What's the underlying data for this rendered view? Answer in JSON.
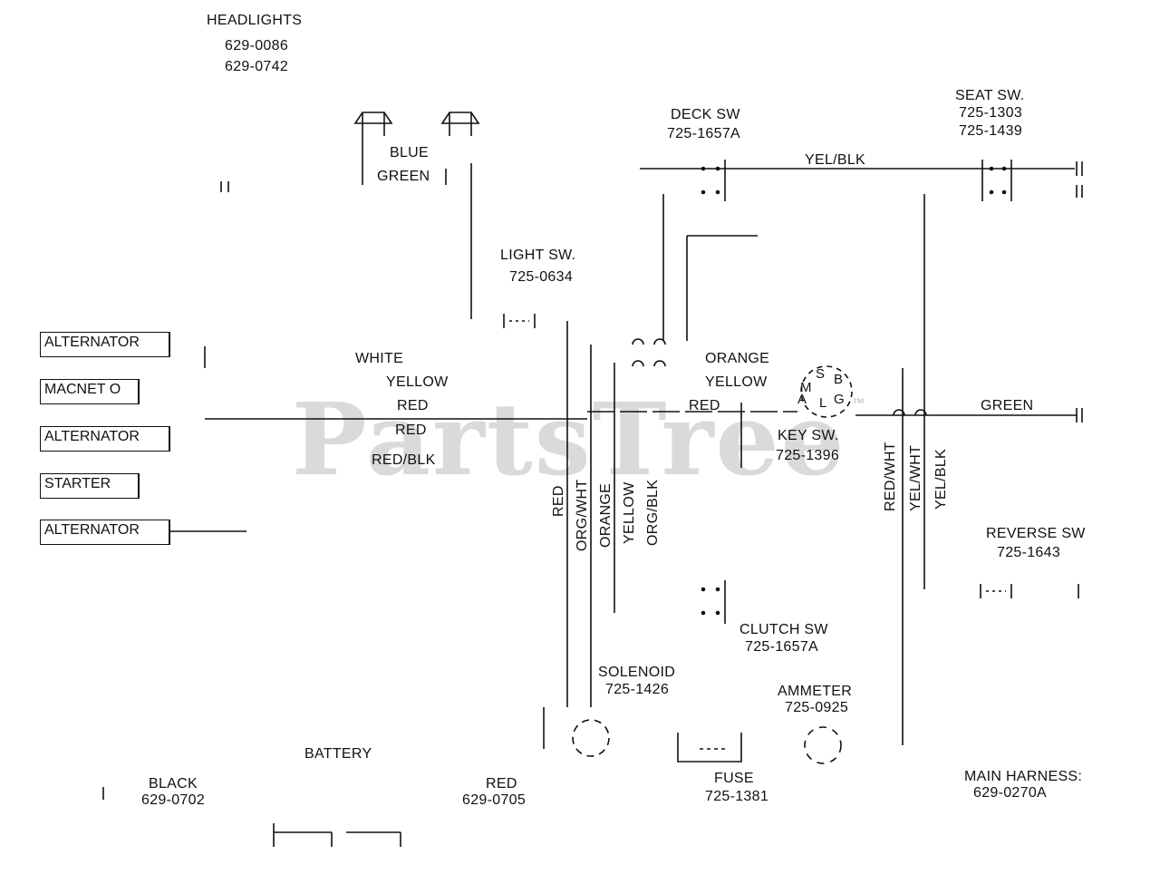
{
  "watermark": "PartsTree",
  "watermark_tm": "™",
  "components": {
    "headlights": {
      "name": "HEADLIGHTS",
      "part1": "629-0086",
      "part2": "629-0742"
    },
    "deck_sw": {
      "name": "DECK SW",
      "part": "725-1657A"
    },
    "seat_sw": {
      "name": "SEAT SW.",
      "part1": "725-1303",
      "part2": "725-1439"
    },
    "light_sw": {
      "name": "LIGHT SW.",
      "part": "725-0634"
    },
    "key_sw": {
      "name": "KEY SW.",
      "part": "725-1396",
      "terminals": [
        "M",
        "S",
        "B",
        "A",
        "L",
        "G"
      ]
    },
    "reverse_sw": {
      "name": "REVERSE SW",
      "part": "725-1643"
    },
    "clutch_sw": {
      "name": "CLUTCH SW",
      "part": "725-1657A"
    },
    "solenoid": {
      "name": "SOLENOID",
      "part": "725-1426"
    },
    "ammeter": {
      "name": "AMMETER",
      "part": "725-0925"
    },
    "battery": {
      "name": "BATTERY"
    },
    "black_cable": {
      "name": "BLACK",
      "part": "629-0702"
    },
    "red_cable": {
      "name": "RED",
      "part": "629-0705"
    },
    "fuse": {
      "name": "FUSE",
      "part": "725-1381"
    },
    "main_harness": {
      "name": "MAIN HARNESS:",
      "part": "629-0270A"
    }
  },
  "connector_boxes": [
    "ALTERNATOR",
    "MACNET O",
    "ALTERNATOR",
    "STARTER",
    "ALTERNATOR"
  ],
  "wire_labels": {
    "blue": "BLUE",
    "green_headlight": "GREEN",
    "yel_blk_top": "YEL/BLK",
    "white": "WHITE",
    "yellow_left": "YELLOW",
    "red_1": "RED",
    "red_2": "RED",
    "red_blk": "RED/BLK",
    "orange_right": "ORANGE",
    "yellow_right": "YELLOW",
    "red_center": "RED",
    "green_right": "GREEN",
    "vertical": [
      "RED",
      "ORG/WHT",
      "ORANGE",
      "YELLOW",
      "ORG/BLK"
    ],
    "vertical_right": [
      "RED/WHT",
      "YEL/WHT",
      "YEL/BLK"
    ]
  }
}
